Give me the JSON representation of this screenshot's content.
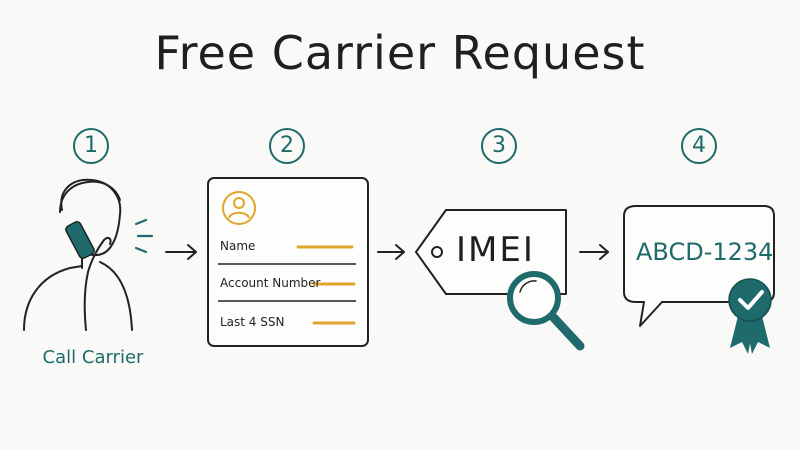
{
  "title": "Free Carrier Request",
  "steps": [
    {
      "number": "1",
      "caption": "Call Carrier"
    },
    {
      "number": "2",
      "fields": [
        "Name",
        "Account Number",
        "Last 4 SSN"
      ]
    },
    {
      "number": "3",
      "tag_text": "IMEI"
    },
    {
      "number": "4",
      "code_text": "ABCD-1234"
    }
  ],
  "colors": {
    "accent_teal": "#1f6b6b",
    "highlight_gold": "#e0a52a",
    "line_dark": "#222222"
  },
  "icons": [
    "phone-call-icon",
    "user-avatar-icon",
    "magnifier-icon",
    "verified-badge-icon",
    "arrow-right-icon"
  ]
}
